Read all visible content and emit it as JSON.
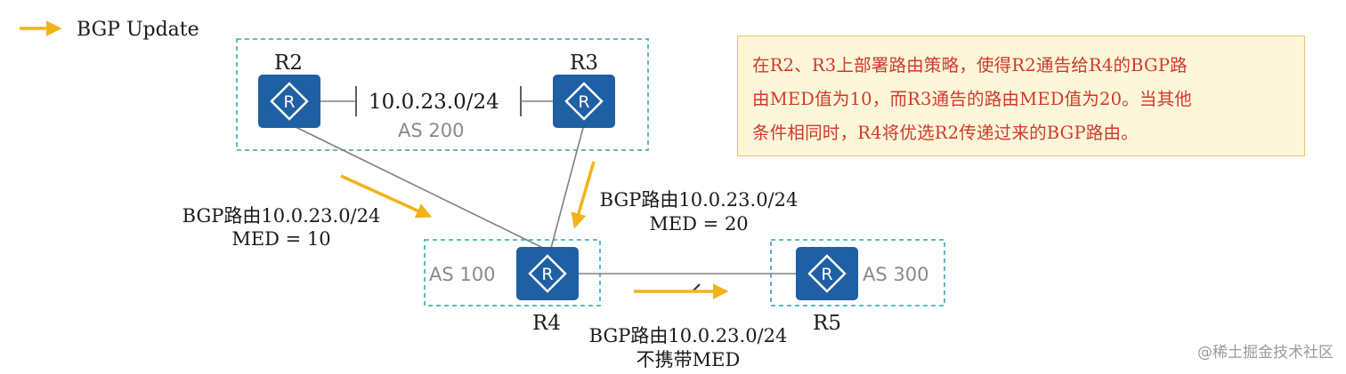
{
  "legend": {
    "label": "BGP Update"
  },
  "routers": [
    {
      "id": "r2",
      "name": "R2",
      "icon": "router-icon"
    },
    {
      "id": "r3",
      "name": "R3",
      "icon": "router-icon"
    },
    {
      "id": "r4",
      "name": "R4",
      "icon": "router-icon"
    },
    {
      "id": "r5",
      "name": "R5",
      "icon": "router-icon"
    }
  ],
  "router_glyph": "R",
  "as": {
    "as200": "AS 200",
    "as100": "AS 100",
    "as300": "AS 300"
  },
  "links": {
    "r2_r3": "10.0.23.0/24"
  },
  "updates": {
    "r2_to_r4": {
      "line1": "BGP路由10.0.23.0/24",
      "line2": "MED = 10"
    },
    "r3_to_r4": {
      "line1": "BGP路由10.0.23.0/24",
      "line2": "MED = 20"
    },
    "r4_to_r5": {
      "line1": "BGP路由10.0.23.0/24",
      "line2": "不携带MED"
    }
  },
  "note": {
    "lines": [
      "在R2、R3上部署路由策略，使得R2通告给R4的BGP路",
      "由MED值为10，而R3通告的路由MED值为20。当其他",
      "条件相同时，R4将优选R2传递过来的BGP路由。"
    ]
  },
  "watermark": "@稀土掘金技术社区",
  "colors": {
    "router": "#1f5fa3",
    "arrow": "#f2b21a",
    "as_border": "#4bb3b8",
    "link": "#808080",
    "note_text": "#d0392b",
    "note_bg": "#fdf7da"
  }
}
